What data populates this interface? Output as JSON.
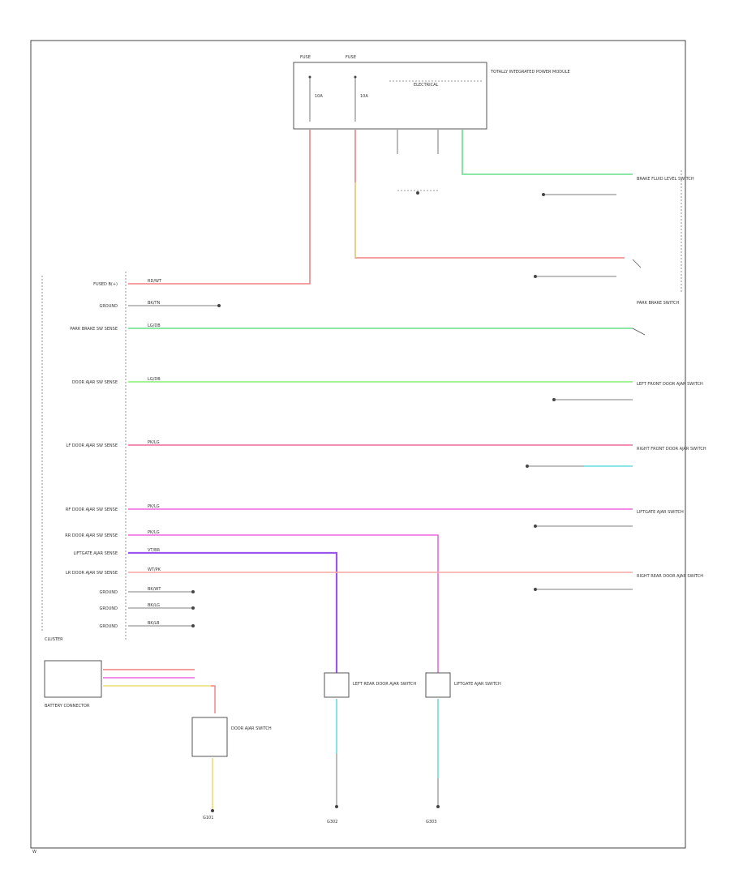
{
  "page_code": "W",
  "diagram": {
    "module_top": {
      "title": "ELECTRICAL",
      "fuse_a": "10A",
      "fuse_b": "10A",
      "fuse_a_label": "FUSE",
      "fuse_b_label": "FUSE",
      "side_note": "TOTALLY INTEGRATED POWER MODULE"
    },
    "rows": [
      {
        "label": "FUSED B(+)",
        "wire": "RD/WT"
      },
      {
        "label": "GROUND",
        "wire": "BK/TN"
      },
      {
        "label": "PARK BRAKE SW SENSE",
        "wire": "LG/DB"
      },
      {
        "label": "DOOR AJAR SW SENSE",
        "wire": "LG/DB"
      },
      {
        "label": "LF DOOR AJAR SW SENSE",
        "wire": "PK/LG"
      },
      {
        "label": "RF DOOR AJAR SW SENSE",
        "wire": "PK/LG"
      },
      {
        "label": "RR DOOR AJAR SW SENSE",
        "wire": "PK/LG"
      },
      {
        "label": "LIFTGATE AJAR SENSE",
        "wire": "VT/BR"
      },
      {
        "label": "LR DOOR AJAR SW SENSE",
        "wire": "WT/PK"
      },
      {
        "label": "GROUND",
        "wire": "BK/WT"
      },
      {
        "label": "GROUND",
        "wire": "BK/LG"
      },
      {
        "label": "GROUND",
        "wire": "BK/LB"
      }
    ],
    "left_module_label": "CLUSTER",
    "bottom_left_label": "BATTERY CONNECTOR",
    "right_labels": [
      "BRAKE FLUID LEVEL SWITCH",
      "PARK BRAKE SWITCH",
      "LEFT FRONT DOOR AJAR SWITCH",
      "RIGHT FRONT DOOR AJAR SWITCH",
      "LIFTGATE AJAR SWITCH",
      "RIGHT REAR DOOR AJAR SWITCH"
    ],
    "bottom_components": [
      {
        "label": "DOOR AJAR SWITCH",
        "ground": "G101"
      },
      {
        "label": "LEFT REAR DOOR AJAR SWITCH",
        "ground": "G302"
      },
      {
        "label": "LIFTGATE AJAR SWITCH",
        "ground": "G303"
      }
    ],
    "wire_colors": {
      "red": "#f08080",
      "yellow": "#e8e070",
      "green": "#66dd88",
      "light_green": "#88ee77",
      "pink": "#f06a9a",
      "magenta": "#ee66dd",
      "violet": "#9955ee",
      "light_pink": "#f7a6a6",
      "cyan": "#66dddd"
    }
  }
}
